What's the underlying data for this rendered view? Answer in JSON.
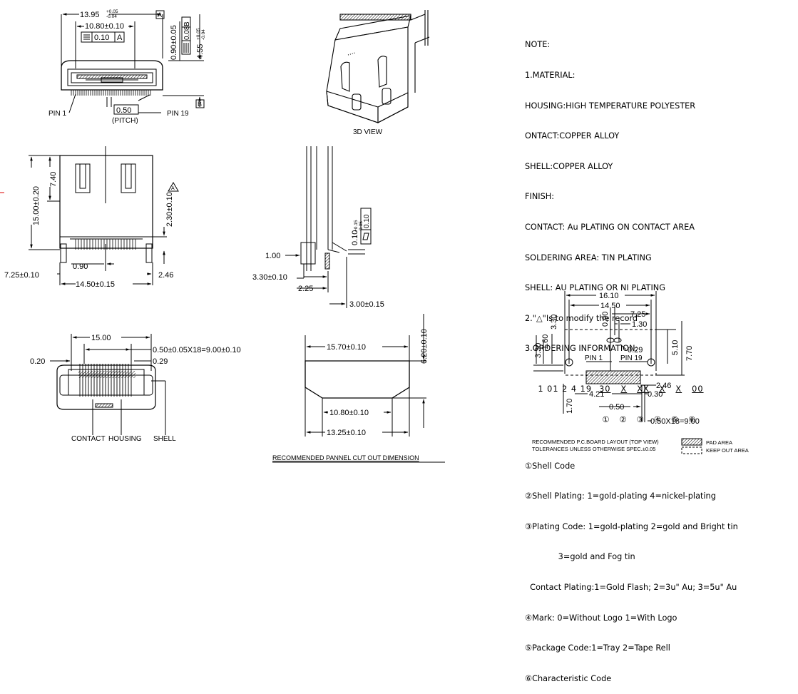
{
  "front_view": {
    "dim_total": "13.95",
    "dim_total_tol_plus": "+0.05",
    "dim_total_tol_minus": "-0.04",
    "datum_a_box": "A",
    "dim_inner": "10.80±0.10",
    "fcf_flat_value": "0.10",
    "fcf_flat_ref": "A",
    "dim_height": "4.55",
    "dim_height_tol_plus": "+0.05",
    "dim_height_tol_minus": "-0.04",
    "dim_top": "0.90±0.05",
    "fcf_side_value": "0.08",
    "fcf_side_ref": "B",
    "datum_b_box": "B",
    "pin1": "PIN 1",
    "pitch_value": "0.50",
    "pitch_label": "(PITCH)",
    "pin19": "PIN 19"
  },
  "view_3d": {
    "caption": "3D VIEW"
  },
  "top_view": {
    "dim_height": "15.00±0.20",
    "dim_upper": "7.40",
    "dim_right": "2.30±0.10",
    "rev_mark": "A",
    "dim_090": "0.90",
    "dim_left": "7.25±0.10",
    "dim_246": "2.46",
    "dim_width": "14.50±0.15"
  },
  "side_view": {
    "dim_100": "1.00",
    "dim_010_plus": "+0.15",
    "dim_010_minus": "-0.05",
    "dim_010": "0.10",
    "fcf_value": "0.10",
    "dim_330": "3.30±0.10",
    "dim_225": "2.25",
    "dim_300": "3.00±0.15"
  },
  "bottom_view": {
    "dim_1500": "15.00",
    "dim_pitch_total": "0.50±0.05X18=9.00±0.10",
    "dim_020": "0.20",
    "dim_029": "0.29",
    "label_contact": "CONTACT",
    "label_housing": "HOUSING",
    "label_shell": "SHELL"
  },
  "panel_cutout": {
    "dim_top": "15.70±0.10",
    "dim_height": "6.20±0.10",
    "dim_mid": "10.80±0.10",
    "dim_bottom": "13.25±0.10",
    "caption": "RECOMMENDED PANNEL CUT OUT DIMENSION"
  },
  "pcb_layout": {
    "dim_1610": "16.10",
    "dim_1450": "14.50",
    "dim_725": "7.25",
    "dim_130": "1.30",
    "dim_330_top": "3.30",
    "dim_090": "0.90",
    "dim_029": "0.29",
    "dim_330_left": "3.30",
    "dim_160": "1.60",
    "dim_510": "5.10",
    "dim_770": "7.70",
    "pin1": "PIN 1",
    "pin19": "PIN 19",
    "dim_246": "2.46",
    "dim_170": "1.70",
    "dim_421": "4.21",
    "dim_030": "0.30",
    "dim_050": "0.50",
    "dim_pitch": "0.50X18=9.00",
    "caption_line1": "RECOMMENDED P.C.BOARD LAYOUT (TOP VIEW)",
    "caption_line2": "TOLERANCES UNLESS OTHERWISE SPEC.±0.05",
    "legend_pad": "PAD AREA",
    "legend_keepout": "KEEP OUT AREA"
  },
  "notes": {
    "lines": [
      "NOTE:",
      "1.MATERIAL:",
      "HOUSING:HIGH TEMPERATURE POLYESTER",
      "ONTACT:COPPER ALLOY",
      "SHELL:COPPER ALLOY",
      "FINISH:",
      "CONTACT: Au PLATING ON CONTACT AREA",
      "SOLDERING AREA: TIN PLATING",
      "SHELL: AU PLATING OR NI PLATING",
      "2.\"△\"Is to modify the record",
      "3.ORDERING INFORMATION:"
    ],
    "ordering_prefix": "1 01 2 4 19",
    "ordering_codes": [
      "30",
      "X",
      "XX",
      "X",
      "X",
      "00"
    ],
    "ordering_markers": [
      "①",
      "②",
      "③",
      "④",
      "⑤",
      "⑥"
    ],
    "legend_lines": [
      "①Shell Code",
      "②Shell Plating: 1=gold-plating 4=nickel-plating",
      "③Plating Code: 1=gold-plating 2=gold and Bright tin",
      "             3=gold and Fog tin",
      "  Contact Plating:1=Gold Flash; 2=3u\" Au; 3=5u\" Au",
      "④Mark: 0=Without Logo 1=With Logo",
      "⑤Package Code:1=Tray 2=Tape Rell",
      "⑥Characteristic Code"
    ]
  }
}
